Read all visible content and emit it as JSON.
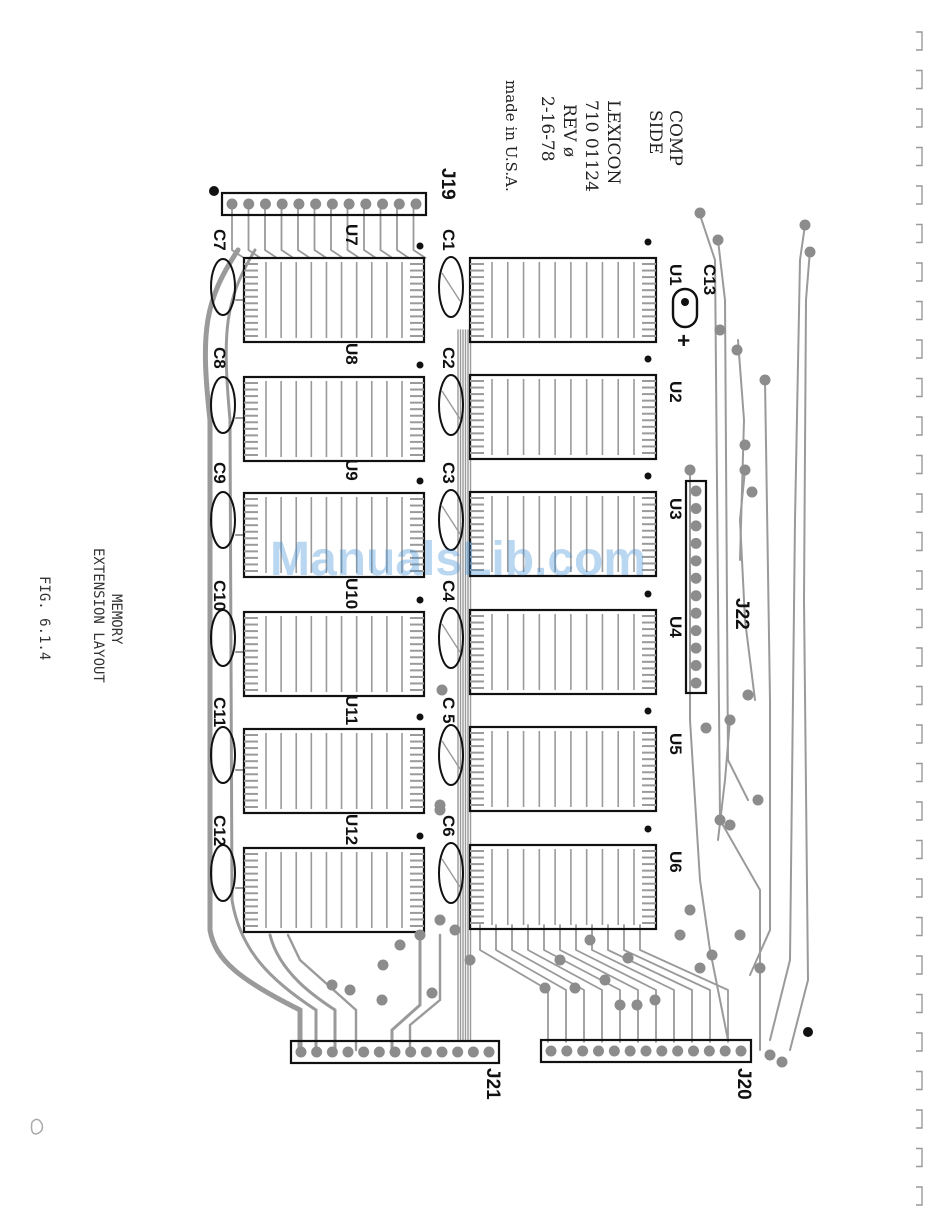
{
  "stamp_lines": [
    "COMP",
    "SIDE",
    "LEXICON",
    "710 01124",
    "REV ø",
    "2-16-78",
    "made in U.S.A."
  ],
  "caption": {
    "line1": "MEMORY",
    "line2": "EXTENSION LAYOUT",
    "fig": "FIG. 6.1.4"
  },
  "watermark": "ManualsLib.com",
  "connectors": {
    "j19": "J19",
    "j20": "J20",
    "j21": "J21",
    "j22": "J22"
  },
  "chips": {
    "right_column": [
      "U1",
      "U2",
      "U3",
      "U4",
      "U5",
      "U6"
    ],
    "left_column": [
      "U7",
      "U8",
      "U9",
      "U10",
      "U11",
      "U12"
    ]
  },
  "capacitors": {
    "inner_column": [
      "C1",
      "C2",
      "C3",
      "C4",
      "C 5",
      "C6"
    ],
    "outer_column": [
      "C7",
      "C8",
      "C9",
      "C10",
      "C11",
      "C12"
    ],
    "polar": "C13",
    "plus_sign": "+"
  },
  "colors": {
    "ink": "#111111",
    "trace": "#9a9a9a",
    "pad": "#8c8c8c",
    "watermark": "#3a8bd8"
  }
}
